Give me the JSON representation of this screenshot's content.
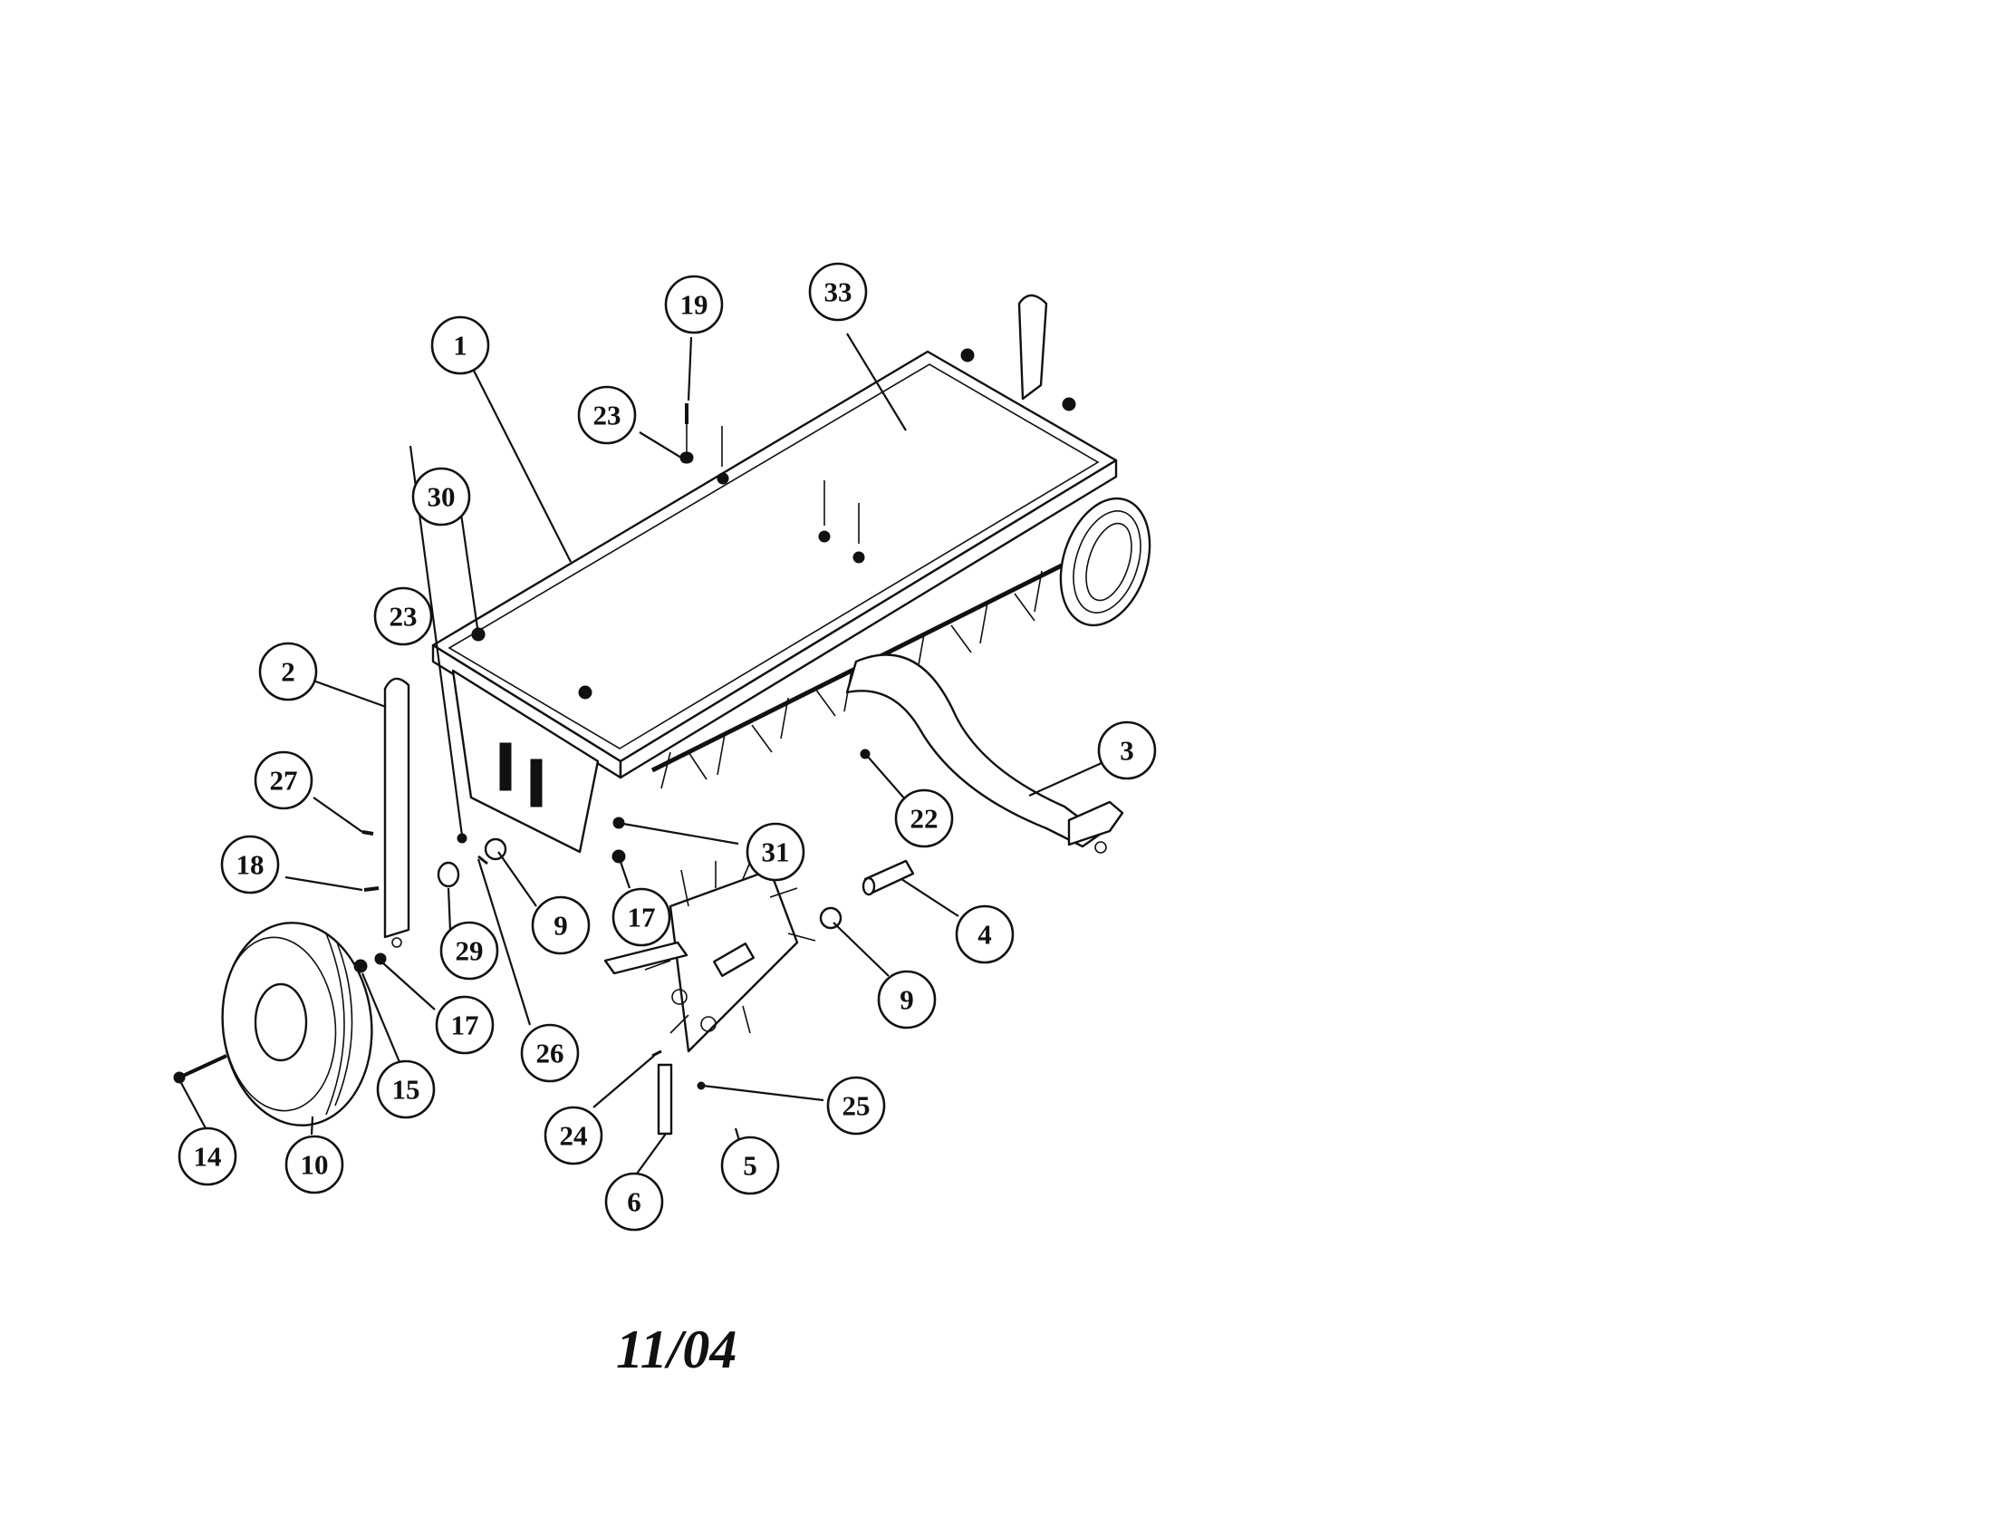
{
  "diagram": {
    "date_code": "11/04",
    "callouts": [
      {
        "id": "c1",
        "label": "1"
      },
      {
        "id": "c2",
        "label": "2"
      },
      {
        "id": "c3",
        "label": "3"
      },
      {
        "id": "c4",
        "label": "4"
      },
      {
        "id": "c5",
        "label": "5"
      },
      {
        "id": "c6",
        "label": "6"
      },
      {
        "id": "c9a",
        "label": "9"
      },
      {
        "id": "c9b",
        "label": "9"
      },
      {
        "id": "c10",
        "label": "10"
      },
      {
        "id": "c14",
        "label": "14"
      },
      {
        "id": "c15",
        "label": "15"
      },
      {
        "id": "c17a",
        "label": "17"
      },
      {
        "id": "c17b",
        "label": "17"
      },
      {
        "id": "c18",
        "label": "18"
      },
      {
        "id": "c19",
        "label": "19"
      },
      {
        "id": "c22",
        "label": "22"
      },
      {
        "id": "c23a",
        "label": "23"
      },
      {
        "id": "c23b",
        "label": "23"
      },
      {
        "id": "c24",
        "label": "24"
      },
      {
        "id": "c25",
        "label": "25"
      },
      {
        "id": "c26",
        "label": "26"
      },
      {
        "id": "c27",
        "label": "27"
      },
      {
        "id": "c29",
        "label": "29"
      },
      {
        "id": "c30",
        "label": "30"
      },
      {
        "id": "c31",
        "label": "31"
      },
      {
        "id": "c33",
        "label": "33"
      }
    ]
  }
}
